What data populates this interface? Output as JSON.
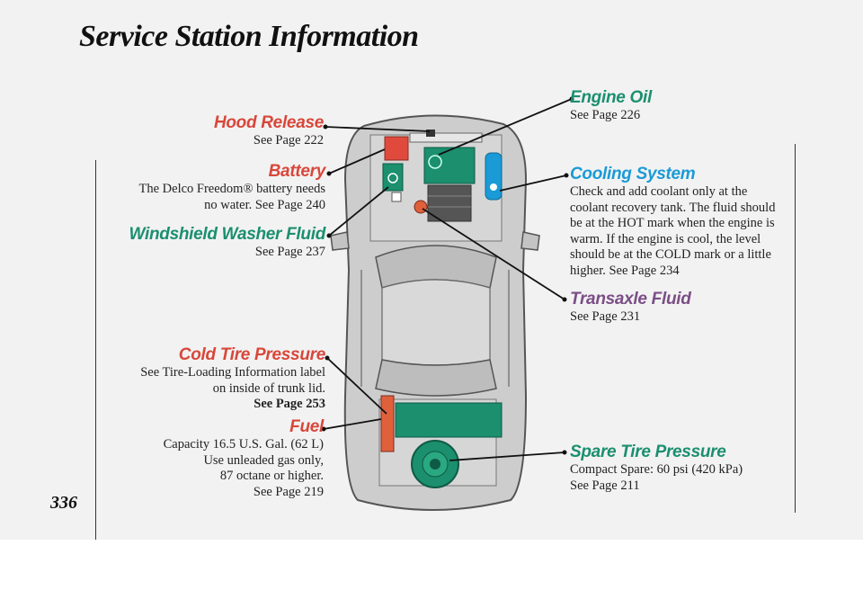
{
  "page": {
    "title": "Service Station Information",
    "page_number": "336"
  },
  "labels": {
    "hood_release": {
      "heading": "Hood Release",
      "lines": [
        "See Page 222"
      ]
    },
    "battery": {
      "heading": "Battery",
      "lines": [
        "The Delco Freedom® battery needs",
        "no water. See Page 240"
      ]
    },
    "washer_fluid": {
      "heading": "Windshield Washer Fluid",
      "lines": [
        "See Page 237"
      ]
    },
    "tire_pressure": {
      "heading": "Cold Tire Pressure",
      "lines": [
        "See Tire-Loading Information label",
        "on inside of trunk lid."
      ],
      "ref": "See Page 253"
    },
    "fuel": {
      "heading": "Fuel",
      "lines": [
        "Capacity 16.5 U.S. Gal. (62 L)",
        "Use unleaded gas only,",
        "87 octane or higher.",
        "See Page 219"
      ]
    },
    "engine_oil": {
      "heading": "Engine Oil",
      "lines": [
        "See Page 226"
      ]
    },
    "cooling_system": {
      "heading": "Cooling System",
      "lines": [
        "Check and add coolant only at the",
        "coolant recovery tank. The fluid should",
        "be at the HOT mark when the engine is",
        "warm. If the engine is cool, the level",
        "should be at the COLD mark or a little",
        "higher. See Page 234"
      ]
    },
    "transaxle_fluid": {
      "heading": "Transaxle Fluid",
      "lines": [
        "See Page 231"
      ]
    },
    "spare_tire": {
      "heading": "Spare Tire Pressure",
      "lines": [
        "Compact Spare: 60 psi (420 kPa)",
        "See Page 211"
      ]
    }
  },
  "colors": {
    "red": "#d8473a",
    "green": "#1b8f6e",
    "blue": "#1a9ad6",
    "orange": "#e0603c",
    "body_gray": "#cfcfcf"
  }
}
